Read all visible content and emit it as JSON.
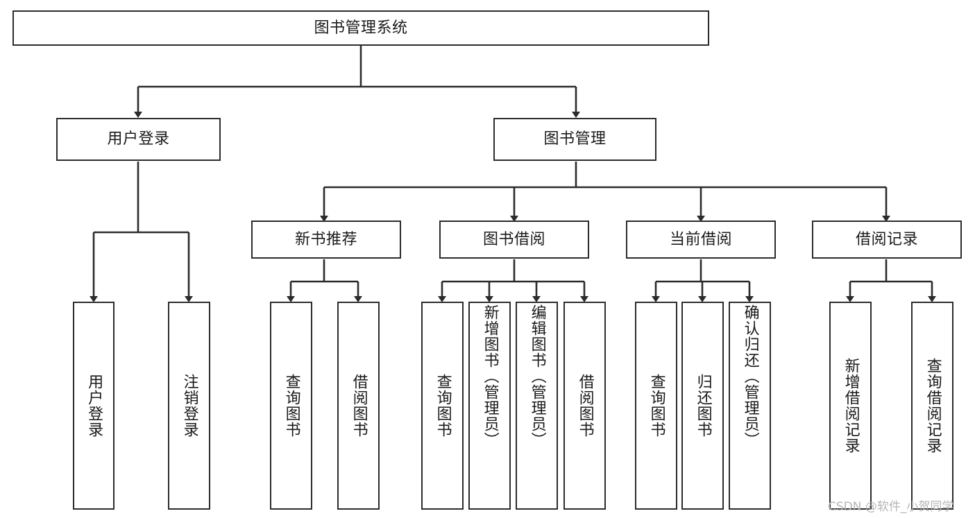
{
  "diagram": {
    "title": "图书管理系统",
    "type": "功能结构图",
    "watermark": "CSDN @软件_小贺同学",
    "colors": {
      "box_border": "#2b2b2b",
      "box_fill": "#ffffff",
      "connector": "#2b2b2b",
      "text": "#1a1a1a",
      "watermark": "#b5b5b5",
      "background": "#ffffff"
    },
    "root": {
      "id": "root",
      "label": "图书管理系统"
    },
    "level2": [
      {
        "id": "user-login",
        "label": "用户登录"
      },
      {
        "id": "book-manage",
        "label": "图书管理"
      }
    ],
    "level3": [
      {
        "id": "new-book-rec",
        "label": "新书推荐",
        "parent": "book-manage"
      },
      {
        "id": "book-borrow",
        "label": "图书借阅",
        "parent": "book-manage"
      },
      {
        "id": "current-borrow",
        "label": "当前借阅",
        "parent": "book-manage"
      },
      {
        "id": "borrow-record",
        "label": "借阅记录",
        "parent": "book-manage"
      }
    ],
    "leaves": [
      {
        "id": "leaf-user-login",
        "label": "用户登录",
        "parent": "user-login"
      },
      {
        "id": "leaf-logout",
        "label": "注销登录",
        "parent": "user-login"
      },
      {
        "id": "leaf-query-book-1",
        "label": "查询图书",
        "parent": "new-book-rec"
      },
      {
        "id": "leaf-borrow-book-1",
        "label": "借阅图书",
        "parent": "new-book-rec"
      },
      {
        "id": "leaf-query-book-2",
        "label": "查询图书",
        "parent": "book-borrow"
      },
      {
        "id": "leaf-add-book",
        "label": "新增图书（管理员）",
        "parent": "book-borrow"
      },
      {
        "id": "leaf-edit-book",
        "label": "编辑图书（管理员）",
        "parent": "book-borrow"
      },
      {
        "id": "leaf-borrow-book-2",
        "label": "借阅图书",
        "parent": "book-borrow"
      },
      {
        "id": "leaf-query-book-3",
        "label": "查询图书",
        "parent": "current-borrow"
      },
      {
        "id": "leaf-return-book",
        "label": "归还图书",
        "parent": "current-borrow"
      },
      {
        "id": "leaf-confirm-return",
        "label": "确认归还（管理员）",
        "parent": "current-borrow"
      },
      {
        "id": "leaf-add-record",
        "label": "新增借阅记录",
        "parent": "borrow-record"
      },
      {
        "id": "leaf-query-record",
        "label": "查询借阅记录",
        "parent": "borrow-record"
      }
    ]
  }
}
